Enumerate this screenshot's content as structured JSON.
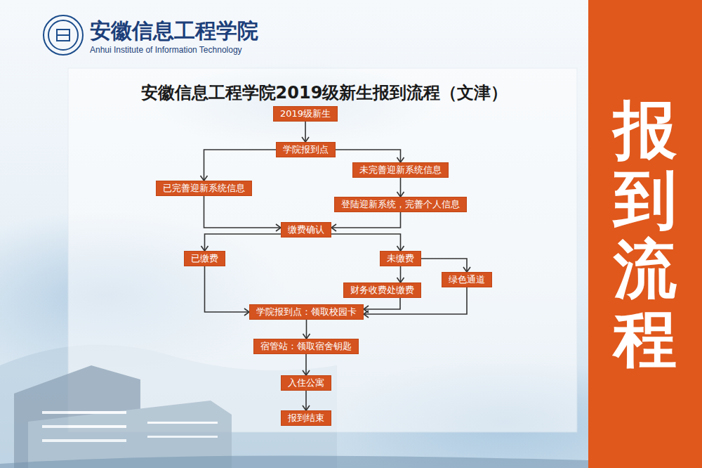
{
  "diagram": {
    "title": "安徽信息工程学院2019级新生报到流程（文津）",
    "nodes": [
      {
        "text": [
          "2019级新生"
        ]
      },
      {
        "text": [
          "学院报到点"
        ]
      },
      {
        "text": [
          "已完善迎新系统信息"
        ]
      },
      {
        "text": [
          "未完善迎新系统信息"
        ]
      },
      {
        "text": [
          "登陆迎新系统，完善个人信息"
        ]
      },
      {
        "text": [
          "缴费确认"
        ]
      },
      {
        "text": [
          "已缴费"
        ]
      },
      {
        "text": [
          "未缴费"
        ]
      },
      {
        "text": [
          "财务收费处缴费"
        ]
      },
      {
        "text": [
          "绿色通道"
        ]
      },
      {
        "text": [
          "学院报到点：领取校园卡"
        ]
      },
      {
        "text": [
          "宿管站：领取宿舍钥匙"
        ]
      },
      {
        "text": [
          "入住公寓"
        ]
      },
      {
        "text": [
          "报到结束"
        ]
      },
      {
        "text": [
          "报到流程"
        ]
      }
    ],
    "edges": [
      {
        "from": 0,
        "to": 1,
        "arrow": "to"
      },
      {
        "from": 1,
        "to": 2,
        "arrow": "to"
      },
      {
        "from": 1,
        "to": 3,
        "arrow": "to"
      },
      {
        "from": 3,
        "to": 4,
        "arrow": "to"
      },
      {
        "from": 2,
        "to": 5,
        "arrow": "to"
      },
      {
        "from": 4,
        "to": 5,
        "arrow": "to"
      },
      {
        "from": 5,
        "to": 6,
        "arrow": "to"
      },
      {
        "from": 5,
        "to": 7,
        "arrow": "to"
      },
      {
        "from": 7,
        "to": 8,
        "arrow": "to"
      },
      {
        "from": 7,
        "to": 9,
        "arrow": "to"
      },
      {
        "from": 6,
        "to": 10,
        "arrow": "to"
      },
      {
        "from": 8,
        "to": 10,
        "arrow": "to"
      },
      {
        "from": 9,
        "to": 10,
        "arrow": "to"
      },
      {
        "from": 10,
        "to": 11,
        "arrow": "to"
      },
      {
        "from": 11,
        "to": 12,
        "arrow": "to"
      },
      {
        "from": 12,
        "to": 13,
        "arrow": "to"
      }
    ],
    "labels": [
      "安徽信息工程学院",
      "Anhui Institute of Information Technology"
    ]
  }
}
